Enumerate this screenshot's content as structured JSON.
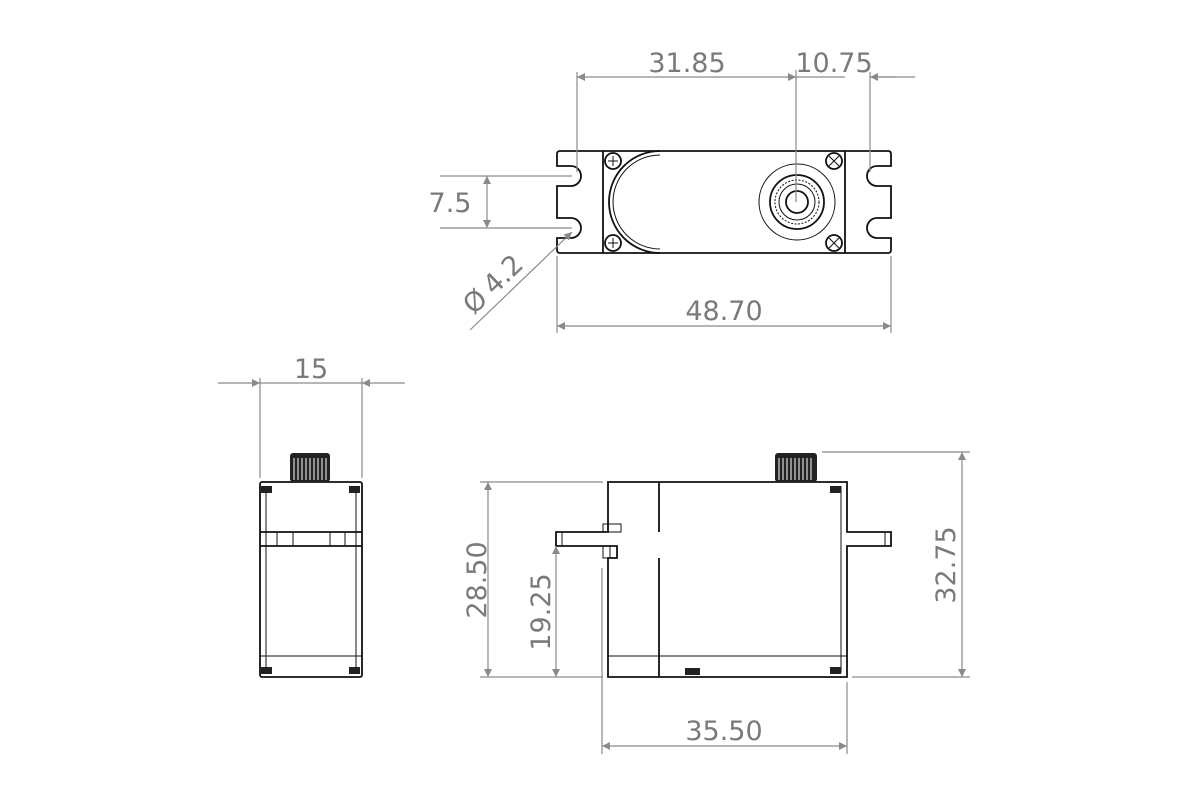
{
  "drawing": {
    "top_view": {
      "dim_horn_from_hole": "31.85",
      "dim_horn_to_hole": "10.75",
      "dim_hole_spacing": "7.5",
      "dim_hole_diameter": "4.2",
      "diameter_symbol": "Ø",
      "dim_overall_length": "48.70"
    },
    "side_view": {
      "dim_width": "15"
    },
    "front_view": {
      "dim_body_height": "28.50",
      "dim_flange_height": "19.25",
      "dim_total_height": "32.75",
      "dim_body_length": "35.50"
    },
    "colors": {
      "line": "#111111",
      "dimension": "#8a8a8a"
    }
  }
}
